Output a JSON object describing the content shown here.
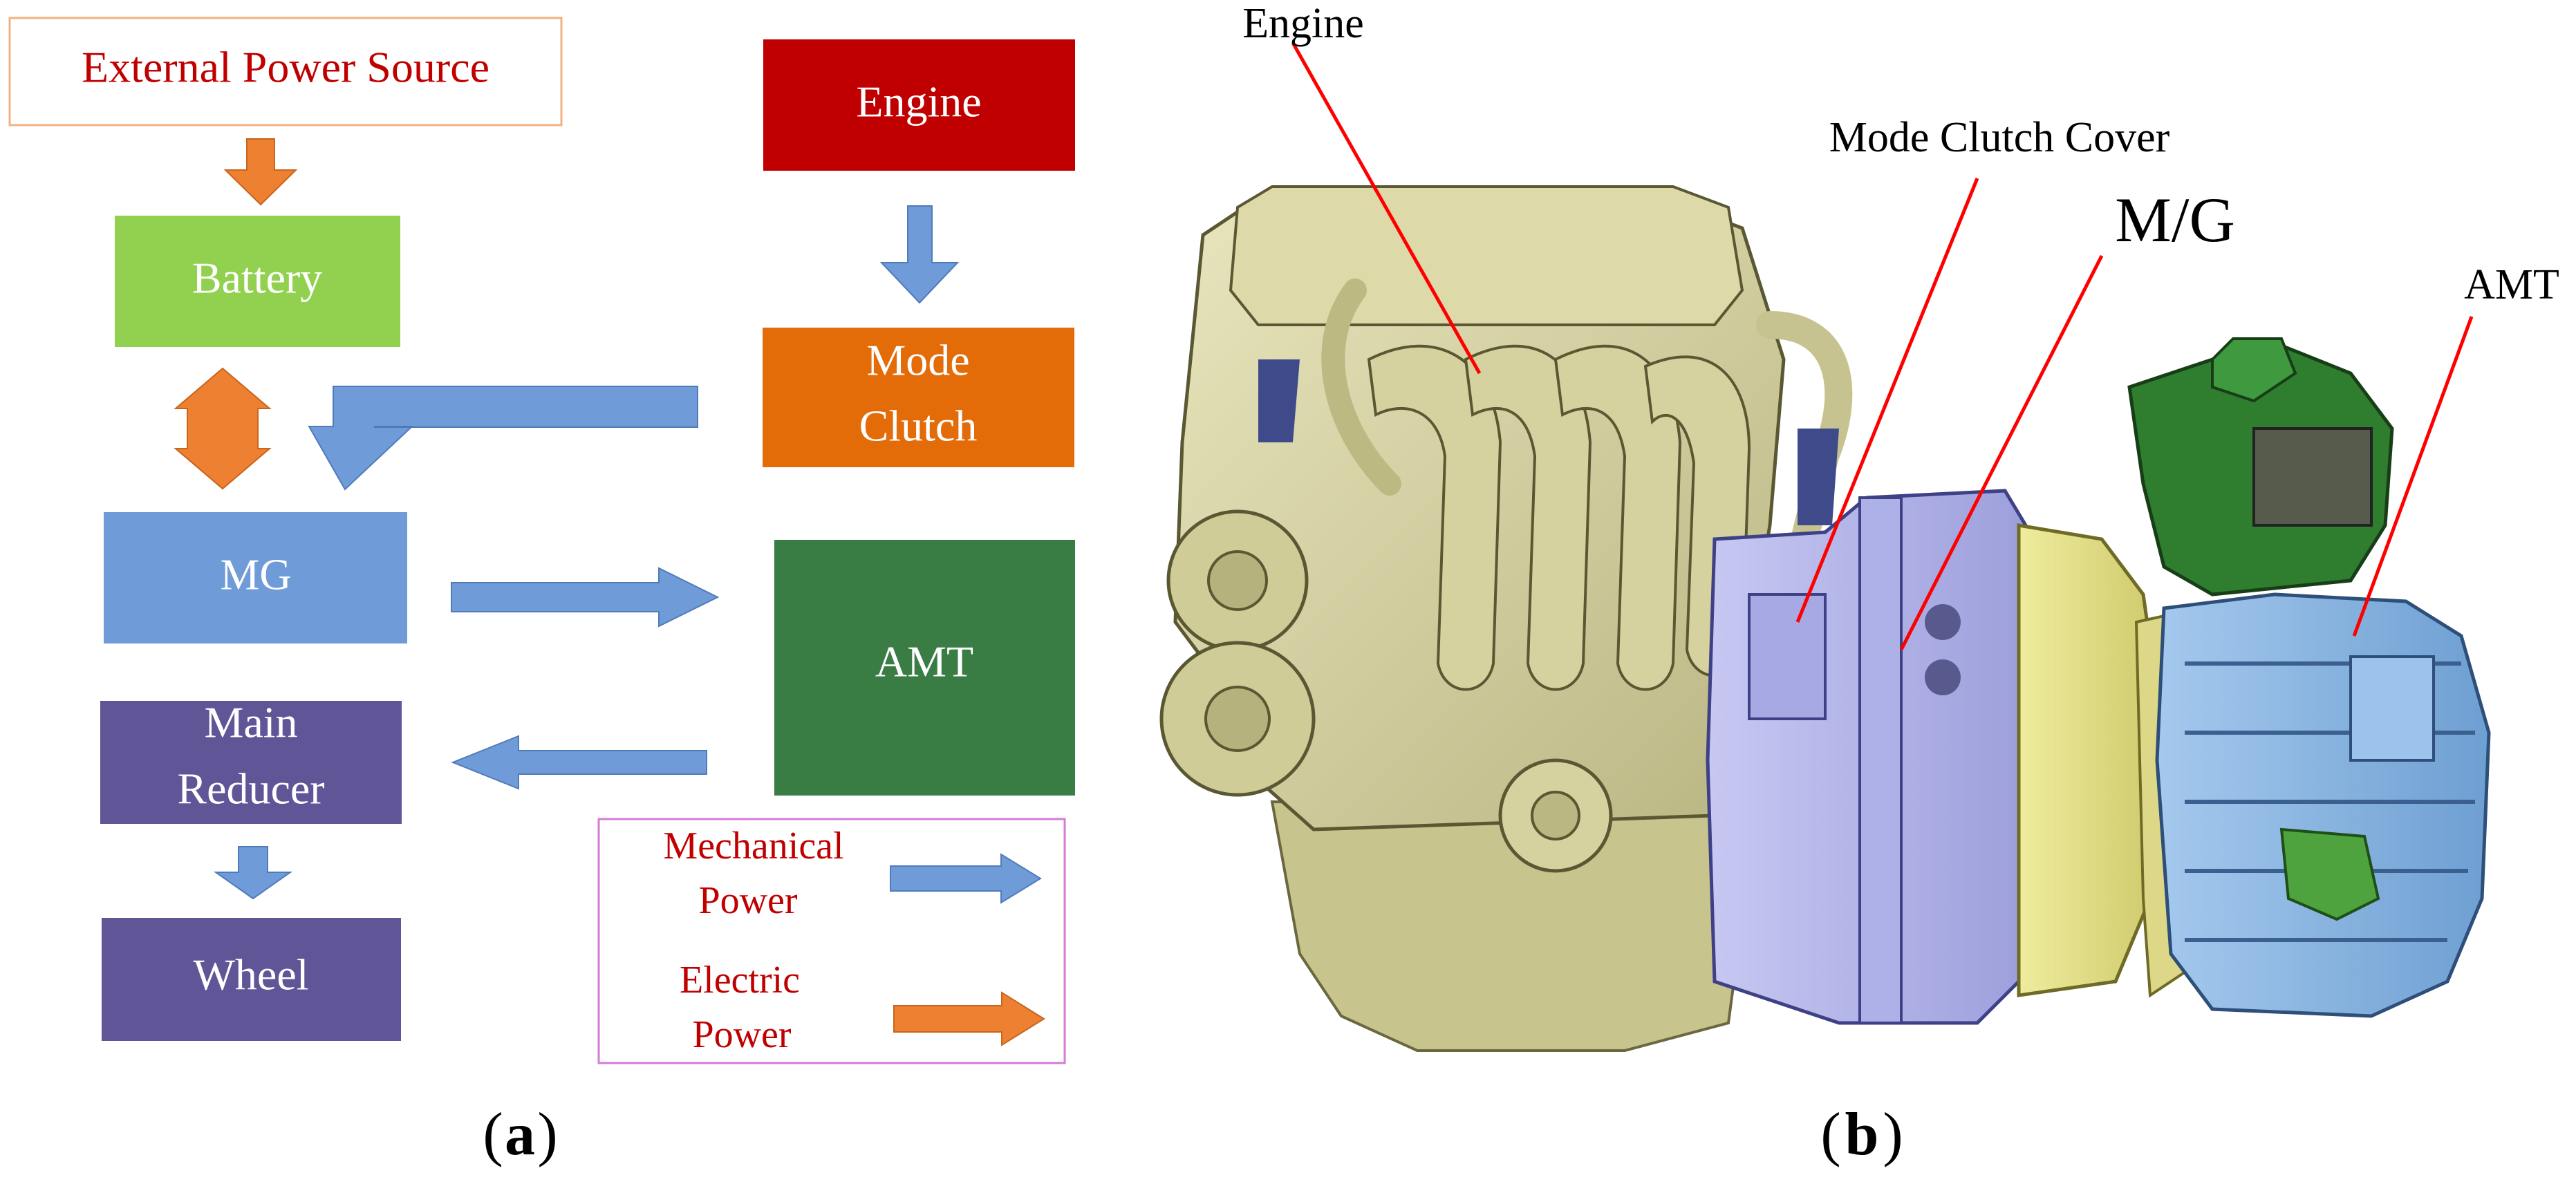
{
  "panel_a": {
    "panel_label": "a",
    "nodes": {
      "external_power_source": "External Power Source",
      "battery": "Battery",
      "mg": "MG",
      "main_reducer_line1": "Main",
      "main_reducer_line2": "Reducer",
      "wheel": "Wheel",
      "engine": "Engine",
      "mode_clutch_line1": "Mode",
      "mode_clutch_line2": "Clutch",
      "amt": "AMT"
    },
    "legend": {
      "mechanical_line1": "Mechanical",
      "mechanical_line2": "Power",
      "electric_line1": "Electric",
      "electric_line2": "Power"
    },
    "colors": {
      "mechanical_arrow": "#6f9bd8",
      "electric_arrow": "#ee8032",
      "battery": "#92d050",
      "mg": "#6f9bd8",
      "main_reducer": "#5f5597",
      "wheel": "#5f5597",
      "engine": "#c00000",
      "mode_clutch": "#e36c09",
      "amt": "#3a7d44",
      "external_border": "#f4b183",
      "legend_border": "#d57bd5",
      "label_red": "#c00000"
    }
  },
  "panel_b": {
    "panel_label": "b",
    "callouts": {
      "engine": "Engine",
      "mode_clutch_cover": "Mode Clutch Cover",
      "mg": "M/G",
      "amt": "AMT"
    },
    "colors": {
      "engine_body": "#d8d3a0",
      "mg_housing": "#b7b8ec",
      "bell_housing": "#e6e28f",
      "amt_case": "#8ab7e6",
      "actuator": "#2f7d2f",
      "leader_line": "#ff0000"
    }
  }
}
